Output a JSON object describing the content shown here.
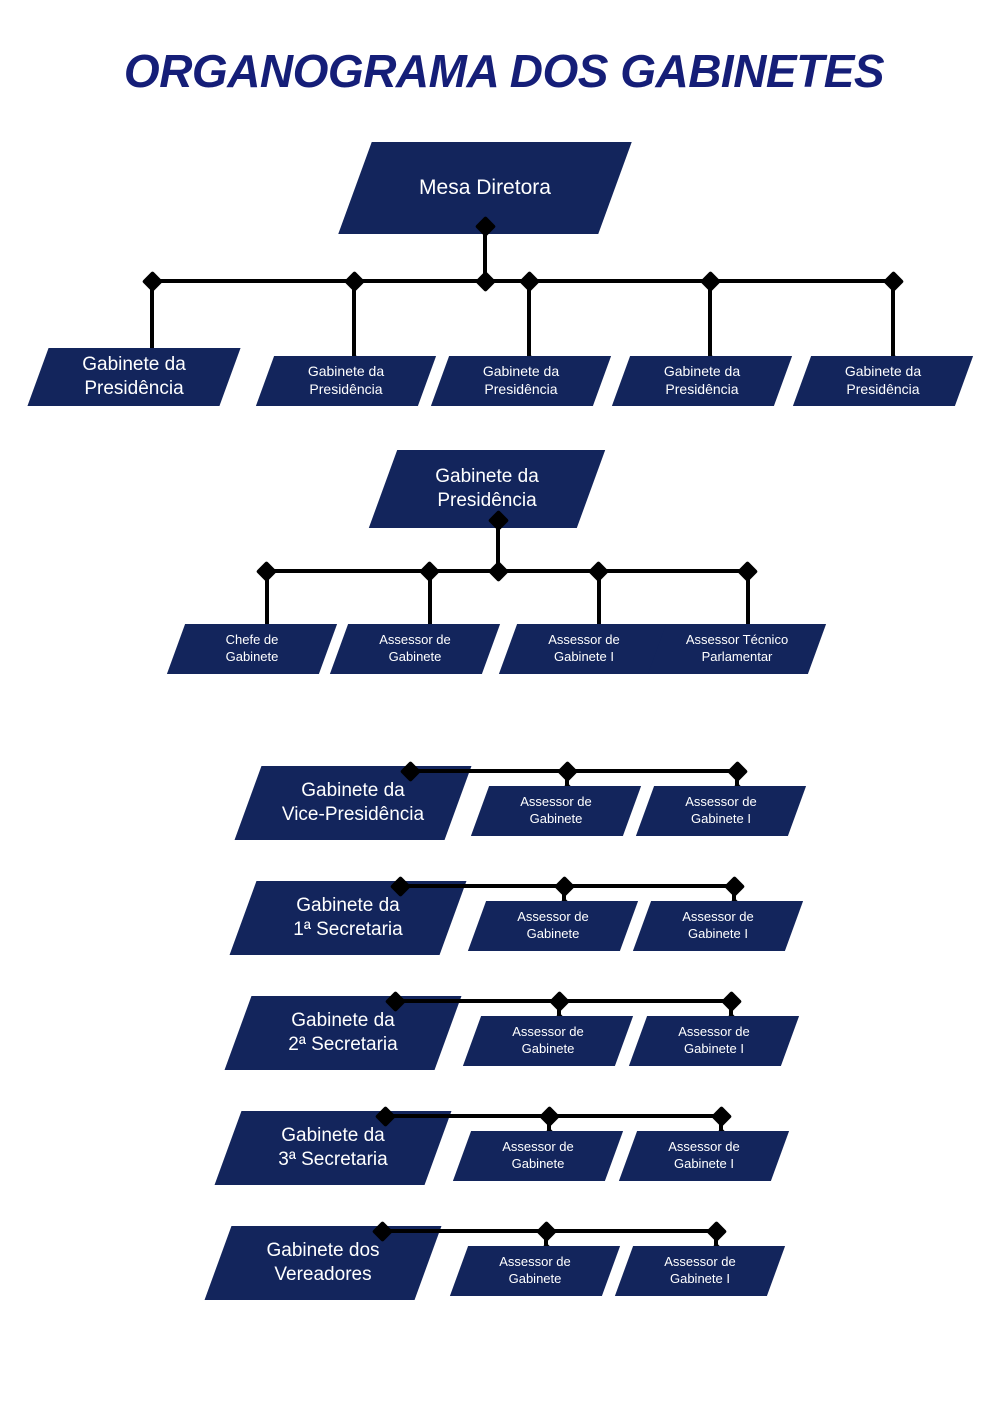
{
  "title": "ORGANOGRAMA DOS GABINETES",
  "colors": {
    "title": "#151e78",
    "box_navy": "#13255c",
    "box_shadow": "#e2e2e2",
    "connector": "#000000",
    "box_text": "#ffffff",
    "background": "#ffffff"
  },
  "root": {
    "label": "Mesa Diretora"
  },
  "level2": {
    "items": [
      {
        "label": "Gabinete da\nPresidência"
      },
      {
        "label": "Gabinete da\nPresidência"
      },
      {
        "label": "Gabinete da\nPresidência"
      },
      {
        "label": "Gabinete da\nPresidência"
      },
      {
        "label": "Gabinete da\nPresidência"
      }
    ]
  },
  "presidencia_section": {
    "header": {
      "label": "Gabinete da\nPresidência"
    },
    "items": [
      {
        "label": "Chefe de\nGabinete"
      },
      {
        "label": "Assessor de\nGabinete"
      },
      {
        "label": "Assessor de\nGabinete I"
      },
      {
        "label": "Assessor Técnico\nParlamentar"
      }
    ]
  },
  "gabinete_rows": [
    {
      "header": {
        "label": "Gabinete da\nVice-Presidência"
      },
      "items": [
        {
          "label": "Assessor de\nGabinete"
        },
        {
          "label": "Assessor de\nGabinete I"
        }
      ]
    },
    {
      "header": {
        "label": "Gabinete da\n1ª Secretaria"
      },
      "items": [
        {
          "label": "Assessor de\nGabinete"
        },
        {
          "label": "Assessor de\nGabinete I"
        }
      ]
    },
    {
      "header": {
        "label": "Gabinete da\n2ª Secretaria"
      },
      "items": [
        {
          "label": "Assessor de\nGabinete"
        },
        {
          "label": "Assessor de\nGabinete I"
        }
      ]
    },
    {
      "header": {
        "label": "Gabinete da\n3ª Secretaria"
      },
      "items": [
        {
          "label": "Assessor de\nGabinete"
        },
        {
          "label": "Assessor de\nGabinete I"
        }
      ]
    },
    {
      "header": {
        "label": "Gabinete dos\nVereadores"
      },
      "items": [
        {
          "label": "Assessor de\nGabinete"
        },
        {
          "label": "Assessor de\nGabinete I"
        }
      ]
    }
  ]
}
